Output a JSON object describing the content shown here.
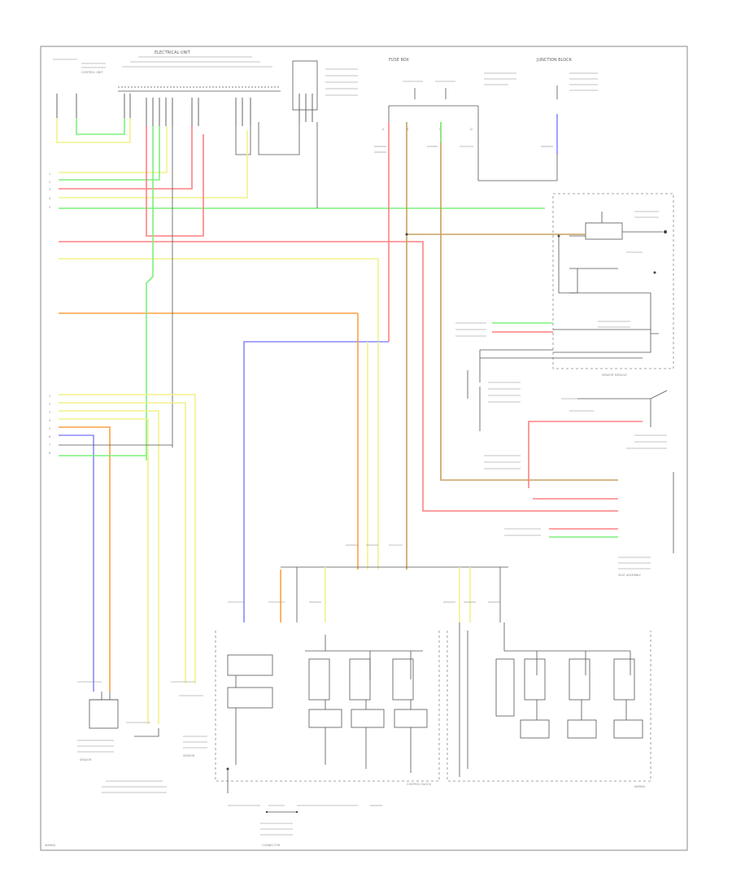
{
  "colors": {
    "red": "#ff8080",
    "yellow": "#f2f28a",
    "green": "#7cf07c",
    "orange": "#ffa040",
    "blue": "#8a8aff",
    "tan": "#c8a060",
    "black": "#555555",
    "pink": "#ff9a9a",
    "frame": "#888888"
  },
  "labels": {
    "top_title": "ELECTRICAL UNIT",
    "fuse_box": "FUSE BOX",
    "left_block": "CONTROL UNIT",
    "top_right": "JUNCTION BLOCK",
    "corner_note": "WIRING",
    "bottom_connector": "CONNECTOR",
    "right_module": "SENSOR MODULE",
    "left_sensor_a": "SENSOR",
    "left_sensor_b": "SENSOR",
    "center_block": "CONTROL BLOCK",
    "right_assembly": "SEAT ASSEMBLY"
  }
}
